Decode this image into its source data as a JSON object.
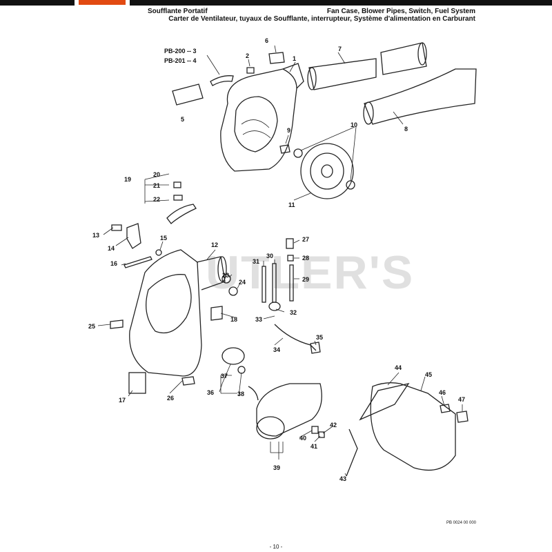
{
  "header": {
    "section_title": "Soufflante Portatif",
    "title_en": "Fan Case, Blower Pipes, Switch, Fuel System",
    "title_fr": "Carter de Ventilateur, tuyaux de Soufflante, interrupteur, Système d'alimentation en Carburant"
  },
  "model_refs": [
    "PB-200 -- 3",
    "PB-201 -- 4"
  ],
  "watermark": "UTLER'S",
  "parts": [
    "1",
    "2",
    "5",
    "6",
    "7",
    "8",
    "9",
    "10",
    "11",
    "12",
    "13",
    "14",
    "15",
    "16",
    "17",
    "18",
    "19",
    "20",
    "21",
    "22",
    "23",
    "24",
    "25",
    "26",
    "27",
    "28",
    "29",
    "30",
    "31",
    "32",
    "33",
    "34",
    "35",
    "36",
    "37",
    "38",
    "39",
    "40",
    "41",
    "42",
    "43",
    "44",
    "45",
    "46",
    "47"
  ],
  "footer": {
    "drawing_code": "PB 0024 00 000",
    "page": "- 10 -"
  },
  "colors": {
    "brand": "#e24a12",
    "ink": "#111111",
    "watermark": "#c8c8c8"
  }
}
